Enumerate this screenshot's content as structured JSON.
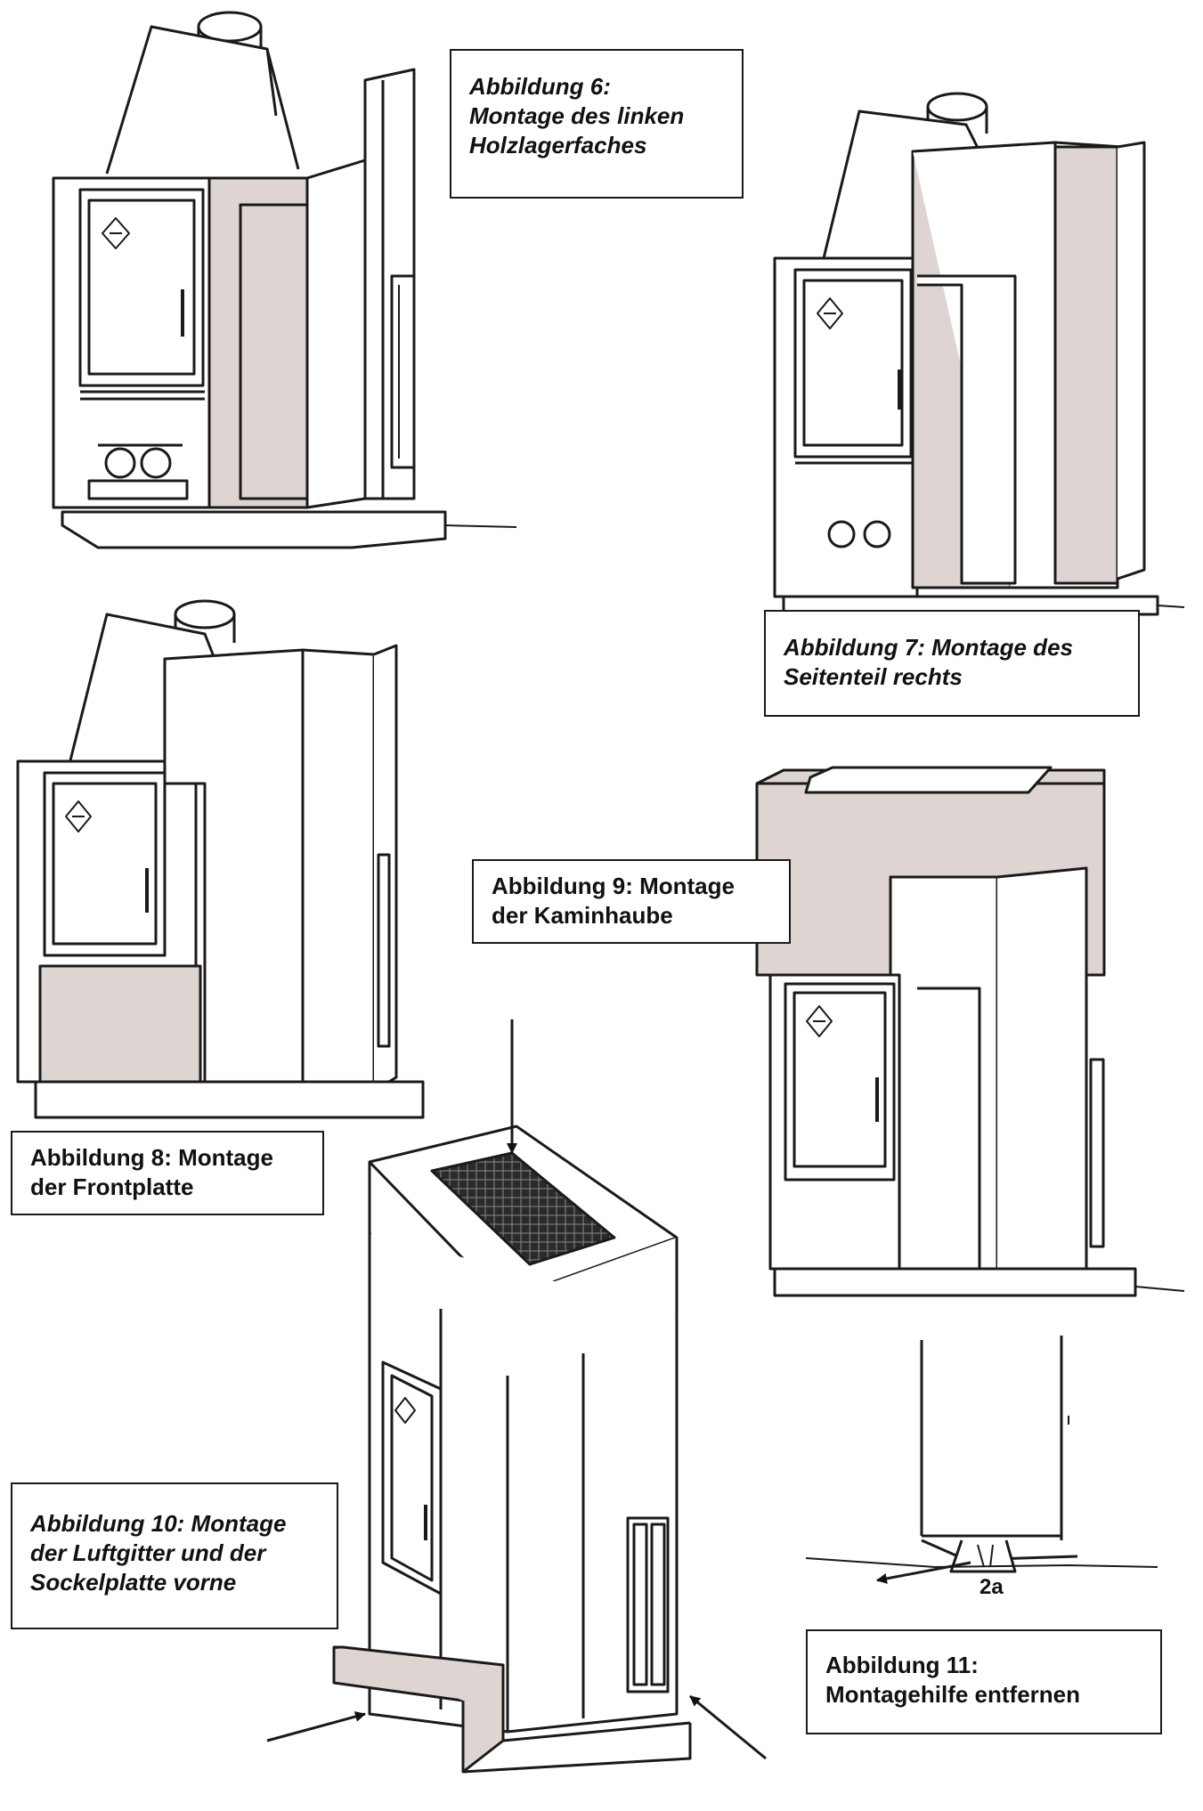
{
  "colors": {
    "line": "#1a1a1a",
    "panel_fill": "#ded4d1",
    "background": "#ffffff"
  },
  "icons": [
    "flame-diamond-icon",
    "door-handle-icon",
    "arrow-icon",
    "air-grille-icon"
  ],
  "captions": {
    "fig6": {
      "line1": "Abbildung 6:",
      "line2": "Montage des linken",
      "line3": "Holzlagerfaches"
    },
    "fig7": {
      "line1": "Abbildung 7: Montage des",
      "line2": "Seitenteil rechts"
    },
    "fig8": {
      "line1": "Abbildung 8: Montage",
      "line2": "der Frontplatte"
    },
    "fig9": {
      "line1": "Abbildung 9: Montage",
      "line2": "der Kaminhaube"
    },
    "fig10": {
      "line1": "Abbildung 10: Montage",
      "line2": "der Luftgitter und der",
      "line3": "Sockelplatte vorne"
    },
    "fig11": {
      "line1": "Abbildung 11:",
      "line2": "Montagehilfe entfernen"
    }
  },
  "labels": {
    "part_2a": "2a"
  }
}
